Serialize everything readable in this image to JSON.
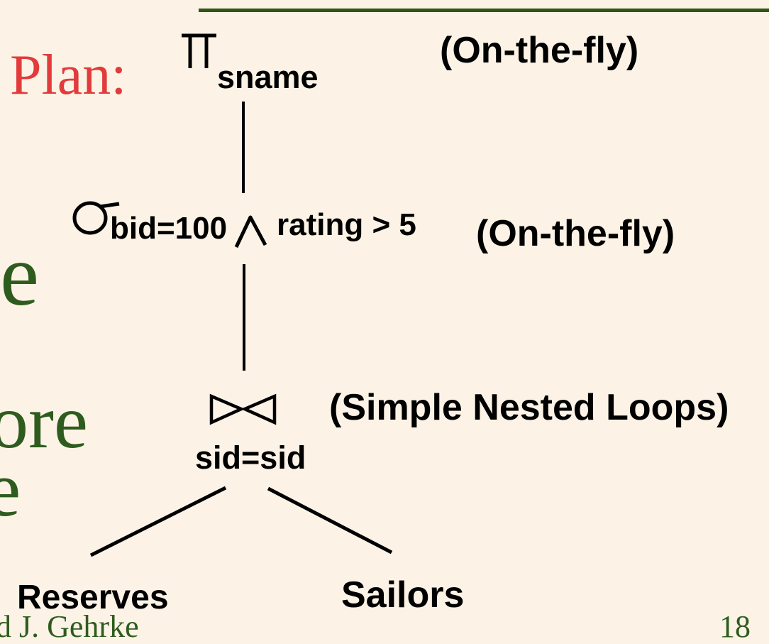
{
  "slide": {
    "background_color": "#FCF3E6",
    "top_rule_color": "#2F5616",
    "footer_color": "#2E5C1E",
    "citation_fragment": "d J. Gehrke",
    "page_number": "18"
  },
  "title": {
    "label": "Plan:",
    "color": "#E23B3B"
  },
  "tree": {
    "projection": {
      "symbol": "Π",
      "subscript": "sname",
      "annotation": "(On-the-fly)"
    },
    "selection": {
      "symbol": "σ",
      "left_condition": "bid=100",
      "connector": "∧",
      "right_condition": "rating > 5",
      "annotation": "(On-the-fly)"
    },
    "join": {
      "symbol": "⋈",
      "condition": "sid=sid",
      "annotation": "(Simple Nested Loops)"
    },
    "leaves": [
      {
        "label": "Reserves"
      },
      {
        "label": "Sailors"
      }
    ]
  },
  "clipped_left_text": {
    "fragment1": "e",
    "fragment2": "ore",
    "fragment3": "e"
  }
}
